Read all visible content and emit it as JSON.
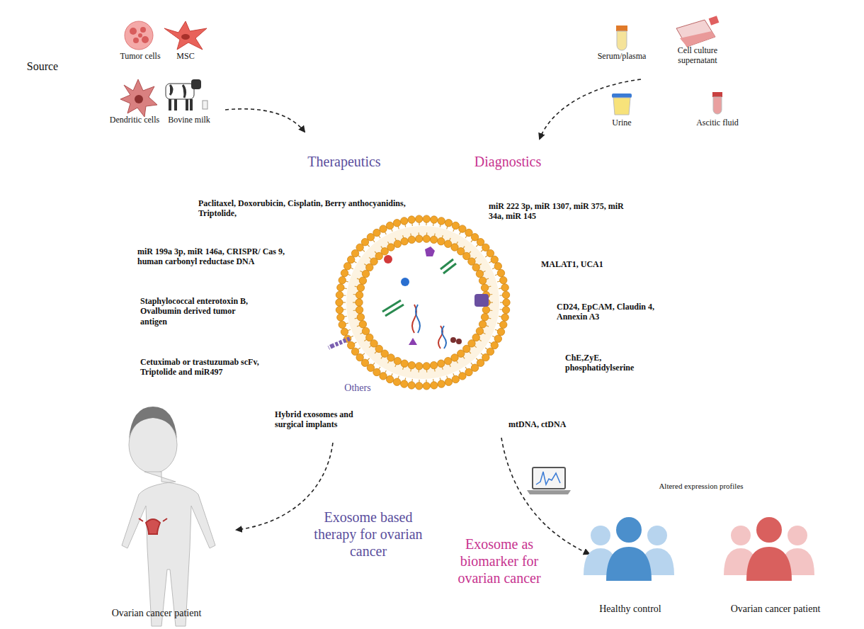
{
  "diagram": {
    "labels": [
      "Source",
      "Tumor cells",
      "MSC",
      "Dendritic cells",
      "Bovine milk",
      "Serum/plasma",
      "Cell culture supernatant",
      "Urine",
      "Ascitic fluid",
      "Therapeutics",
      "Diagnostics",
      "Paclitaxel, Doxorubicin, Cisplatin, Berry anthocyanidins, Triptolide,",
      "miR 199a 3p, miR 146a, CRISPR/ Cas 9, human carbonyl reductase DNA",
      "Staphylococcal enterotoxin B, Ovalbumin derived tumor antigen",
      "Cetuximab or trastuzumab scFv, Triptolide and miR497",
      "Others",
      "Hybrid exosomes and surgical implants",
      "miR 222 3p, miR 1307, miR 375, miR 34a, miR 145",
      "MALAT1, UCA1",
      "CD24, EpCAM, Claudin 4, Annexin A3",
      "ChE,ZyE, phosphatidylserine",
      "mtDNA, ctDNA",
      "Exosome based therapy for ovarian cancer",
      "Exosome as biomarker for ovarian cancer",
      "Ovarian cancer patient",
      "Altered expression profiles",
      "Healthy control",
      "Ovarian cancer patient"
    ]
  }
}
